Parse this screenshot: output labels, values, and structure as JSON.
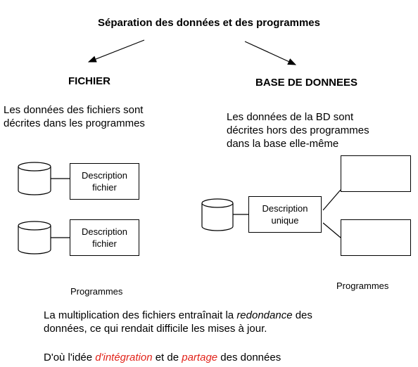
{
  "title": "Séparation des données et des programmes",
  "left": {
    "heading": "FICHIER",
    "text_line1": "Les données des fichiers sont",
    "text_line2": "décrites dans les programmes",
    "box1_line1": "Description",
    "box1_line2": "fichier",
    "box2_line1": "Description",
    "box2_line2": "fichier",
    "caption": "Programmes"
  },
  "right": {
    "heading": "BASE DE DONNEES",
    "text_line1": "Les données de la BD sont",
    "text_line2": "décrites hors des programmes",
    "text_line3": "dans la base elle-même",
    "box_line1": "Description",
    "box_line2": "unique",
    "caption": "Programmes"
  },
  "bottom": {
    "p1_before": "La multiplication des fichiers entraînait la ",
    "p1_emph": "redondance",
    "p1_after": " des",
    "p1_line2": "données, ce qui rendait difficile les mises à jour.",
    "p2_before": "D'où l'idée ",
    "p2_emph1": "d'intégration",
    "p2_mid": " et de ",
    "p2_emph2": "partage",
    "p2_after": " des données"
  },
  "colors": {
    "emphasis": "#e2231a"
  }
}
